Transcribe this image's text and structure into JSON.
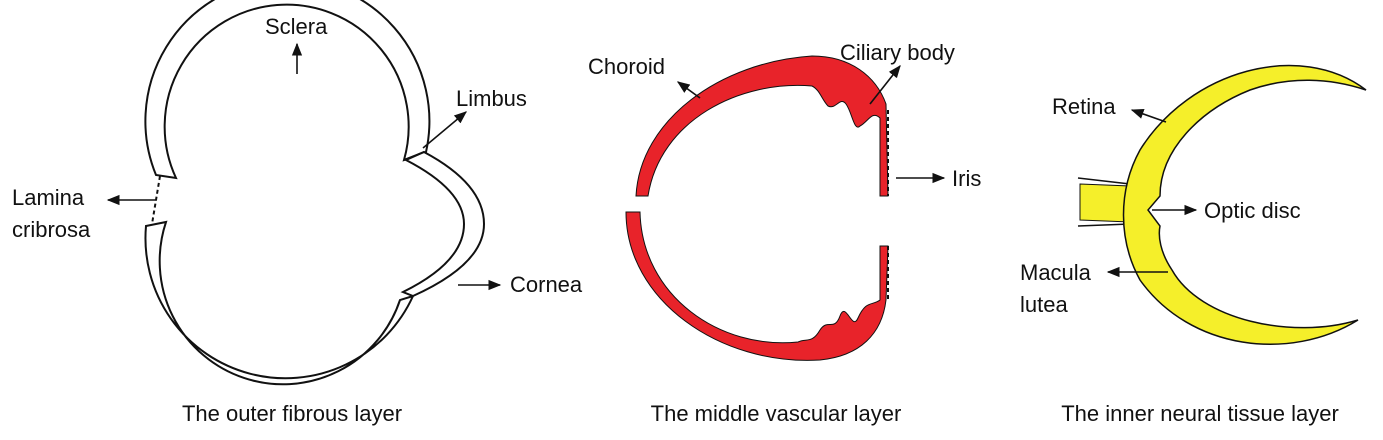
{
  "panels": {
    "fibrous": {
      "caption": "The outer fibrous layer",
      "labels": {
        "sclera": "Sclera",
        "limbus": "Limbus",
        "lamina_line1": "Lamina",
        "lamina_line2": "cribrosa",
        "cornea": "Cornea"
      }
    },
    "vascular": {
      "caption": "The middle vascular layer",
      "color": "#e8232a",
      "labels": {
        "choroid": "Choroid",
        "ciliary_body": "Ciliary body",
        "iris": "Iris"
      }
    },
    "neural": {
      "caption": "The inner neural tissue layer",
      "color": "#f5ef2a",
      "labels": {
        "retina": "Retina",
        "optic_disc": "Optic disc",
        "macula_line1": "Macula",
        "macula_line2": "lutea"
      }
    }
  }
}
